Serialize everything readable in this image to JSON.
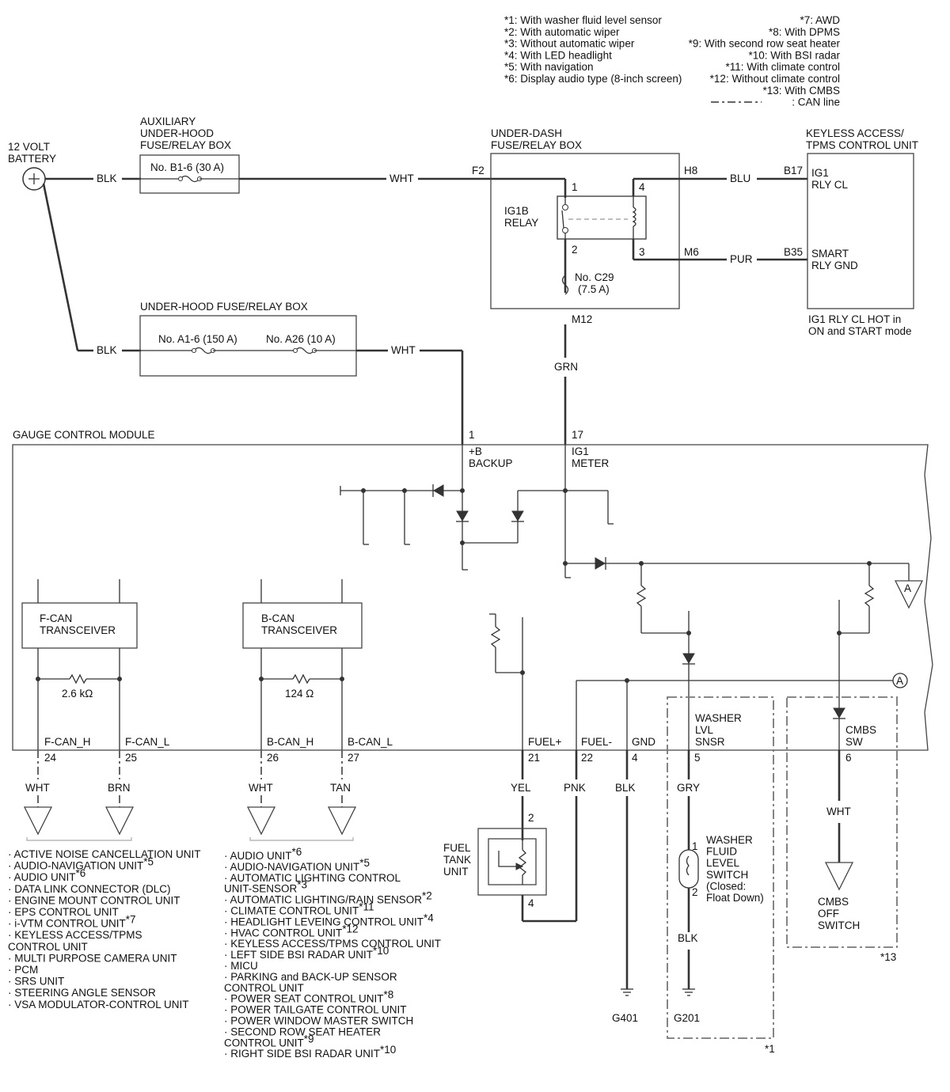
{
  "legend": {
    "left": [
      "*1: With washer fluid level sensor",
      "*2: With automatic wiper",
      "*3: Without automatic wiper",
      "*4: With LED headlight",
      "*5: With navigation",
      "*6: Display audio type (8-inch screen)"
    ],
    "right": [
      "*7: AWD",
      "*8: With DPMS",
      "*9: With second row seat heater",
      "*10: With BSI radar",
      "*11: With climate control",
      "*12: Without climate control",
      "*13: With CMBS",
      ": CAN line"
    ]
  },
  "battery": {
    "line1": "12 VOLT",
    "line2": "BATTERY"
  },
  "aux_box": {
    "line1": "AUXILIARY",
    "line2": "UNDER-HOOD",
    "line3": "FUSE/RELAY BOX",
    "fuse": "No. B1-6 (30 A)"
  },
  "uh_box": {
    "title": "UNDER-HOOD FUSE/RELAY BOX",
    "fuse1": "No. A1-6 (150 A)",
    "fuse2": "No. A26 (10 A)"
  },
  "ud_box": {
    "line1": "UNDER-DASH",
    "line2": "FUSE/RELAY BOX",
    "relay1": "IG1B",
    "relay2": "RELAY",
    "pin1": "1",
    "pin2": "2",
    "pin3": "3",
    "pin4": "4",
    "f2": "F2",
    "h8": "H8",
    "m6": "M6",
    "m12": "M12",
    "fuse1": "No. C29",
    "fuse2": "(7.5 A)"
  },
  "keyless": {
    "line1": "KEYLESS ACCESS/",
    "line2": "TPMS CONTROL UNIT",
    "b17": "B17",
    "b35": "B35",
    "ig1_1": "IG1",
    "ig1_2": "RLY CL",
    "smart1": "SMART",
    "smart2": "RLY GND",
    "note1": "IG1 RLY CL HOT in",
    "note2": "ON and START mode"
  },
  "wires": {
    "blk1": "BLK",
    "wht1": "WHT",
    "blu": "BLU",
    "pur": "PUR",
    "blk2": "BLK",
    "wht2": "WHT",
    "grn": "GRN",
    "wht_fcan_h": "WHT",
    "brn_fcan_l": "BRN",
    "wht_bcan_h": "WHT",
    "tan_bcan_l": "TAN",
    "yel": "YEL",
    "pnk": "PNK",
    "blk_gnd": "BLK",
    "gry": "GRY",
    "wht_cmbs": "WHT",
    "blk_washer": "BLK"
  },
  "gcm": {
    "title": "GAUGE CONTROL MODULE",
    "pin1": "1",
    "pin1_l1": "+B",
    "pin1_l2": "BACKUP",
    "pin17": "17",
    "pin17_l1": "IG1",
    "pin17_l2": "METER",
    "fcan1": "F-CAN",
    "fcan2": "TRANSCEIVER",
    "bcan1": "B-CAN",
    "bcan2": "TRANSCEIVER",
    "r_f": "2.6 kΩ",
    "r_b": "124 Ω",
    "a1": "A",
    "a2": "A",
    "pins": [
      {
        "name": "F-CAN_H",
        "num": "24"
      },
      {
        "name": "F-CAN_L",
        "num": "25"
      },
      {
        "name": "B-CAN_H",
        "num": "26"
      },
      {
        "name": "B-CAN_L",
        "num": "27"
      },
      {
        "name": "FUEL+",
        "num": "21"
      },
      {
        "name": "FUEL-",
        "num": "22"
      },
      {
        "name": "GND",
        "num": "4"
      }
    ],
    "washer1": "WASHER",
    "washer2": "LVL",
    "washer3": "SNSR",
    "washer_num": "5",
    "cmbs1": "CMBS",
    "cmbs2": "SW",
    "cmbs_num": "6"
  },
  "fuel_tank": {
    "line1": "FUEL",
    "line2": "TANK",
    "line3": "UNIT",
    "pin2": "2",
    "pin4": "4"
  },
  "washer_switch": {
    "lines": [
      "WASHER",
      "FLUID",
      "LEVEL",
      "SWITCH",
      "(Closed:",
      "Float Down)"
    ],
    "pin1": "1",
    "pin2": "2"
  },
  "cmbs_switch": {
    "line1": "CMBS",
    "line2": "OFF",
    "line3": "SWITCH"
  },
  "grounds": {
    "g401": "G401",
    "g201": "G201"
  },
  "opt_labels": {
    "star1": "*1",
    "star13": "*13"
  },
  "fcan_list": [
    "· ACTIVE NOISE CANCELLATION UNIT",
    "· AUDIO-NAVIGATION UNIT*5",
    "· AUDIO UNIT*6",
    "· DATA LINK CONNECTOR (DLC)",
    "· ENGINE MOUNT CONTROL UNIT",
    "· EPS CONTROL UNIT",
    "· i-VTM CONTROL UNIT*7",
    "· KEYLESS ACCESS/TPMS",
    "CONTROL UNIT",
    "· MULTI PURPOSE CAMERA UNIT",
    "· PCM",
    "· SRS UNIT",
    "· STEERING ANGLE SENSOR",
    "· VSA MODULATOR-CONTROL UNIT"
  ],
  "bcan_list": [
    "· AUDIO UNIT*6",
    "· AUDIO-NAVIGATION UNIT*5",
    "· AUTOMATIC LIGHTING CONTROL",
    "UNIT-SENSOR*3",
    "· AUTOMATIC LIGHTING/RAIN SENSOR*2",
    "· CLIMATE CONTROL UNIT*11",
    "· HEADLIGHT LEVEING CONTROL UNIT*4",
    "· HVAC CONTROL UNIT*12",
    "· KEYLESS ACCESS/TPMS CONTROL UNIT",
    "· LEFT SIDE BSI RADAR UNIT*10",
    "· MICU",
    "· PARKING and BACK-UP SENSOR",
    "CONTROL UNIT",
    "· POWER SEAT CONTROL UNIT*8",
    "· POWER TAILGATE CONTROL UNIT",
    "· POWER WINDOW MASTER SWITCH",
    "· SECOND ROW SEAT HEATER",
    "CONTROL UNIT*9",
    "· RIGHT SIDE BSI RADAR UNIT*10"
  ]
}
